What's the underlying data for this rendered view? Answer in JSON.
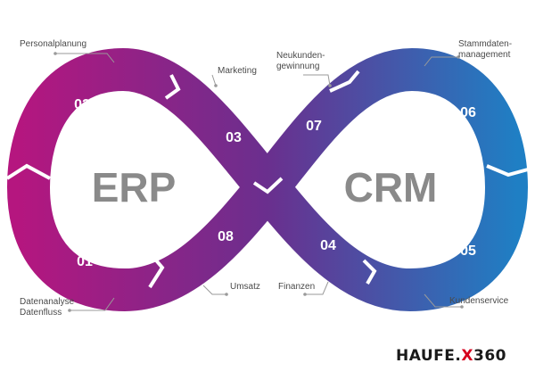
{
  "centers": {
    "left": "ERP",
    "right": "CRM"
  },
  "segments": [
    {
      "number": "01",
      "label": "Datenanalyse\nDatenfluss"
    },
    {
      "number": "02",
      "label": "Personalplanung"
    },
    {
      "number": "03",
      "label": "Marketing"
    },
    {
      "number": "04",
      "label": "Finanzen"
    },
    {
      "number": "05",
      "label": "Kundenservice"
    },
    {
      "number": "06",
      "label": "Stammdaten-\nmanagement"
    },
    {
      "number": "07",
      "label": "Neukunden-\ngewinnung"
    },
    {
      "number": "08",
      "label": "Umsatz"
    }
  ],
  "logo": {
    "left": "HAUFE",
    "x": "X",
    "right": "360"
  },
  "colors": {
    "magenta": "#b5167f",
    "purple": "#6a2f8e",
    "blue": "#1f7fc4",
    "label": "#4a4a4a",
    "logo_x": "#d6001c"
  }
}
